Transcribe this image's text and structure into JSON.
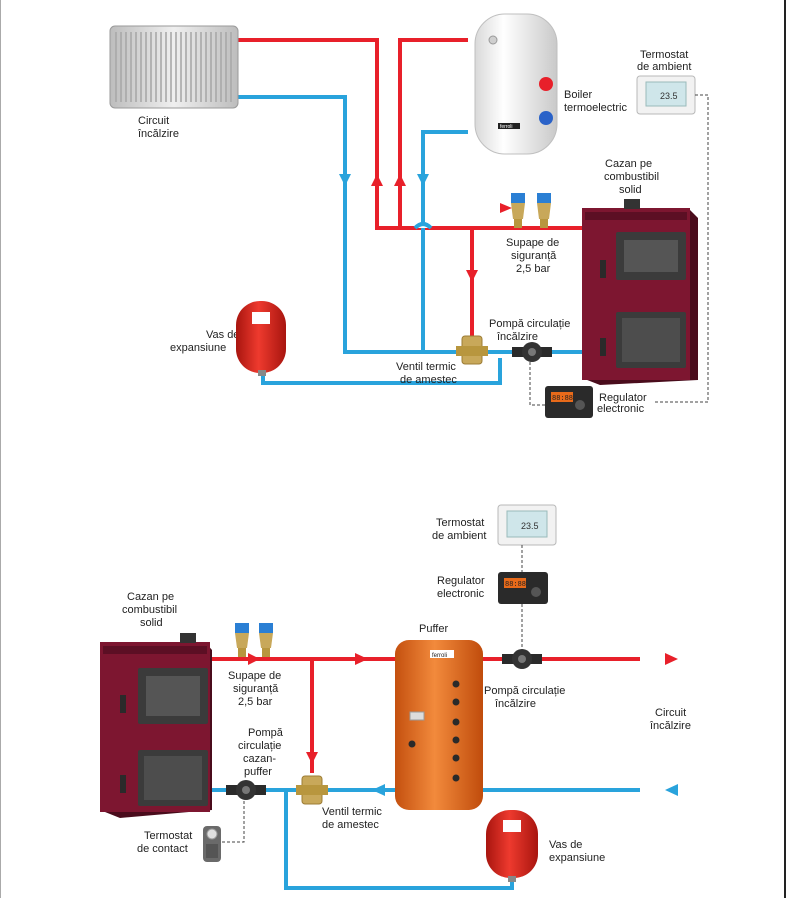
{
  "colors": {
    "hot": "#e8202a",
    "cold": "#29a3dc",
    "boiler_body": "#7d1630",
    "boiler_dark": "#4a0c1c",
    "door": "#3b3b3b",
    "puffer": "#e8661a",
    "vessel": "#d9261c",
    "brass": "#c8a85a",
    "pump": "#2a2a2a",
    "wire": "#444444"
  },
  "icons": {
    "radiator": "radiator-icon",
    "boiler": "boiler-icon",
    "thermostat": "room-thermostat-icon",
    "furnace": "solid-fuel-boiler-icon",
    "valve": "safety-valve-icon",
    "vessel": "expansion-vessel-icon",
    "mixing": "mixing-valve-icon",
    "pump": "circulation-pump-icon",
    "controller": "electronic-controller-icon",
    "puffer": "buffer-tank-icon",
    "contact": "contact-thermostat-icon",
    "arrow": "flow-arrow-icon"
  },
  "top": {
    "radiator_label": [
      "Circuit",
      "încălzire"
    ],
    "boiler_label": [
      "Boiler",
      "termoelectric"
    ],
    "boiler_logo": "ferroli",
    "thermostat_label": [
      "Termostat",
      "de ambient"
    ],
    "thermostat_display": "23.5",
    "furnace_label": [
      "Cazan pe",
      "combustibil",
      "solid"
    ],
    "valves_label": [
      "Supape de",
      "siguranță",
      "2,5 bar"
    ],
    "vessel_label": [
      "Vas de",
      "expansiune"
    ],
    "mixing_label": [
      "Ventil termic",
      "de amestec"
    ],
    "pump_label": [
      "Pompă circulație",
      "încălzire"
    ],
    "controller_label": [
      "Regulator",
      "electronic"
    ],
    "controller_display": "88:88"
  },
  "bottom": {
    "thermostat_label": [
      "Termostat",
      "de ambient"
    ],
    "thermostat_display": "23.5",
    "controller_label": [
      "Regulator",
      "electronic"
    ],
    "controller_display": "88:88",
    "furnace_label": [
      "Cazan pe",
      "combustibil",
      "solid"
    ],
    "puffer_label": "Puffer",
    "puffer_logo": "ferroli",
    "valves_label": [
      "Supape de",
      "siguranță",
      "2,5 bar"
    ],
    "pump_boiler_label": [
      "Pompă",
      "circulație",
      "cazan-",
      "puffer"
    ],
    "pump_circuit_label": [
      "Pompă circulație",
      "încălzire"
    ],
    "circuit_label": [
      "Circuit",
      "încălzire"
    ],
    "mixing_label": [
      "Ventil termic",
      "de amestec"
    ],
    "contact_label": [
      "Termostat",
      "de contact"
    ],
    "vessel_label": [
      "Vas de",
      "expansiune"
    ]
  }
}
